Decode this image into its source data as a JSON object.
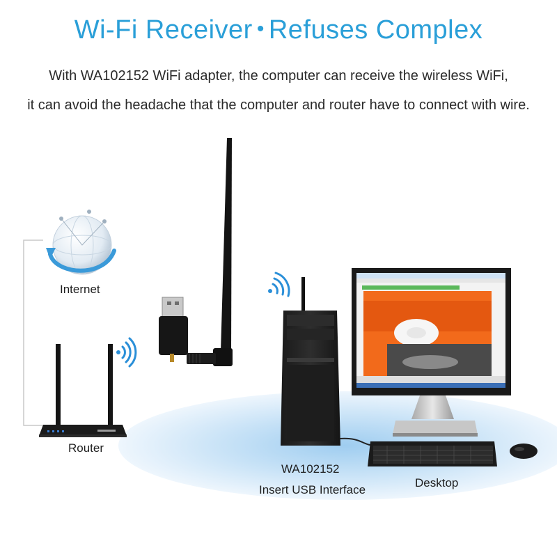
{
  "heading": {
    "part1": "Wi-Fi Receiver",
    "separator": "•",
    "part2": "Refuses Complex"
  },
  "description": {
    "line1": "With WA102152 WiFi adapter, the computer can receive the wireless WiFi,",
    "line2": "it can avoid the headache that the computer and router have to connect with wire."
  },
  "labels": {
    "internet": "Internet",
    "router": "Router",
    "adapter_model": "WA102152",
    "insert_usb": "Insert USB Interface",
    "desktop": "Desktop"
  },
  "icons": [
    "globe-icon",
    "wifi-signal-icon",
    "router-icon",
    "usb-adapter-icon",
    "tower-pc-icon",
    "monitor-icon",
    "keyboard-icon",
    "mouse-icon"
  ],
  "colors": {
    "title": "#2a9fd8",
    "wifi_signal": "#2a8fd8",
    "ellipse": "#cfe6f8",
    "screen_accent": "#f26a1b"
  }
}
